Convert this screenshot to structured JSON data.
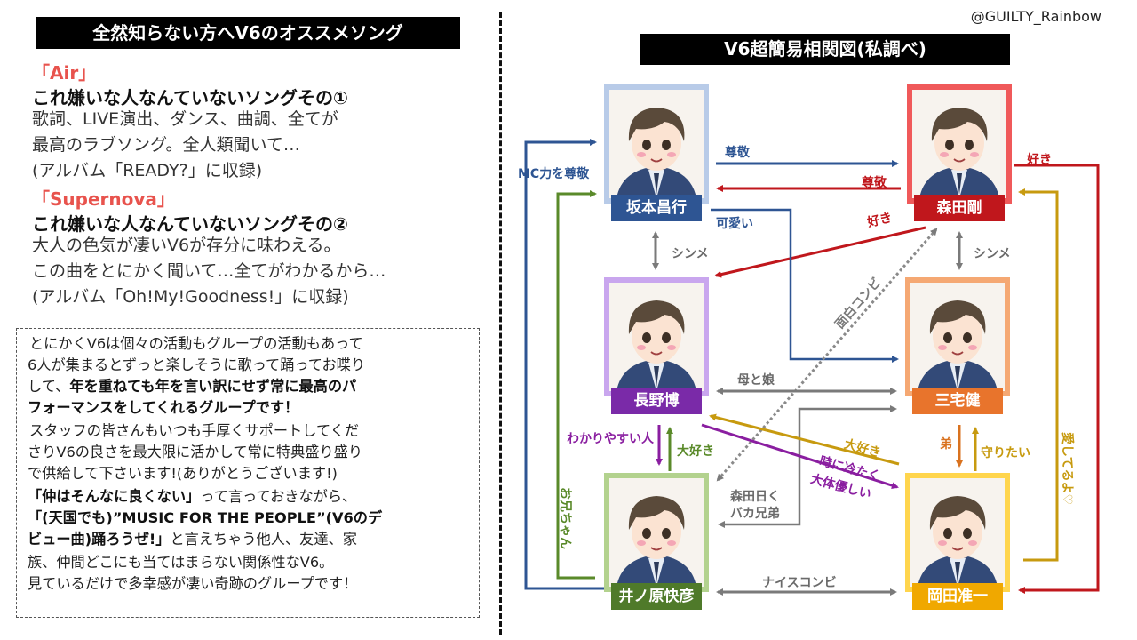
{
  "left": {
    "title": "全然知らない方へV6のオススメソング",
    "songs": [
      {
        "name": "「Air」",
        "headline": "これ嫌いな人なんていないソングその①",
        "lines": [
          "歌詞、LIVE演出、ダンス、曲調、全てが",
          "最高のラブソング。全人類聞いて…",
          "(アルバム「READY?」に収録)"
        ]
      },
      {
        "name": "「Supernova」",
        "headline": "これ嫌いな人なんていないソングその②",
        "lines": [
          "大人の色気が凄いV6が存分に味わえる。",
          "この曲をとにかく聞いて…全てがわかるから…",
          "(アルバム「Oh!My!Goodness!」に収録)"
        ]
      }
    ],
    "note": {
      "l1": "とにかくV6は個々の活動もグループの活動もあって",
      "l2": "6人が集まるとずっと楽しそうに歌って踊ってお喋り",
      "l3a": "して、",
      "l3b": "年を重ねても年を言い訳にせず常に最高のパ",
      "l4": "フォーマンスをしてくれるグループです！",
      "l5": "スタッフの皆さんもいつも手厚くサポートしてくだ",
      "l6": "さりV6の良さを最大限に活かして常に特典盛り盛り",
      "l7": "で供給して下さいます!(ありがとうございます!)",
      "l8a": "「仲はそんなに良くない」",
      "l8b": "って言っておきながら、",
      "l9": "「(天国でも)”MUSIC FOR THE PEOPLE”(V6のデ",
      "l10a": "ビュー曲)踊ろうぜ!」",
      "l10b": "と言えちゃう他人、友達、家",
      "l11": "族、仲間どこにも当てはまらない関係性なV6。",
      "l12": "見ているだけで多幸感が凄い奇跡のグループです！"
    }
  },
  "right": {
    "credit": "@GUILTY_Rainbow",
    "title": "V6超簡易相関図(私調べ)",
    "members": [
      {
        "name": "坂本昌行",
        "frame": "#b8cbe8",
        "label": "#2e5593"
      },
      {
        "name": "森田剛",
        "frame": "#f0595a",
        "label": "#c0171c"
      },
      {
        "name": "長野博",
        "frame": "#c9a6ee",
        "label": "#7a2aa8"
      },
      {
        "name": "三宅健",
        "frame": "#f5a873",
        "label": "#e8742c"
      },
      {
        "name": "井ノ原快彦",
        "frame": "#b3d28e",
        "label": "#4f7a2a"
      },
      {
        "name": "岡田准一",
        "frame": "#ffd54d",
        "label": "#f0a800"
      }
    ],
    "relations": {
      "sonkei1": "尊敬",
      "sonkei2": "尊敬",
      "mc": "MC力を尊敬",
      "suki1": "好き",
      "suki2": "好き",
      "kawaii": "可愛い",
      "shinme1": "シンメ",
      "shinme2": "シンメ",
      "omoshiro": "面白コンビ",
      "hahamusume": "母と娘",
      "wakari": "わかりやすい人",
      "daisuki1": "大好き",
      "daisuki2": "大好き",
      "tokini1": "時に冷たく",
      "tokini2": "大体優しい",
      "morita1": "森田日く",
      "morita2": "バカ兄弟",
      "otouto": "弟",
      "mamori": "守りたい",
      "aishiteru": "愛してるよ♡",
      "oniichan": "お兄ちゃん",
      "nice": "ナイスコンビ"
    }
  }
}
